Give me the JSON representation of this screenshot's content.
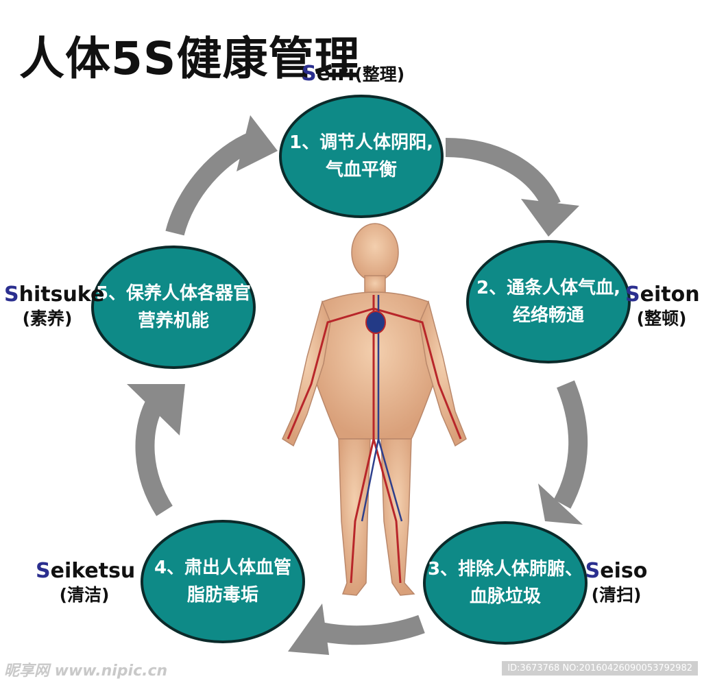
{
  "title": "人体5S健康管理",
  "steps": [
    {
      "en_initial": "S",
      "en_rest": "eiri",
      "zh_label": "(整理)",
      "line1": "1、调节人体阴阳,",
      "line2": "气血平衡"
    },
    {
      "en_initial": "S",
      "en_rest": "eiton",
      "zh_label": "(整顿)",
      "line1": "2、通条人体气血,",
      "line2": "经络畅通"
    },
    {
      "en_initial": "S",
      "en_rest": "eiso",
      "zh_label": "(清扫)",
      "line1": "3、排除人体肺腑、",
      "line2": "血脉垃圾"
    },
    {
      "en_initial": "S",
      "en_rest": "eiketsu",
      "zh_label": "(清洁)",
      "line1": "4、肃出人体血管",
      "line2": "脂肪毒垢"
    },
    {
      "en_initial": "S",
      "en_rest": "hitsuke",
      "zh_label": "(素养)",
      "line1": "5、保养人体各器官",
      "line2": "营养机能"
    }
  ],
  "watermark": {
    "left": "昵享网 www.nipic.cn",
    "right": "ID:3673768 NO:20160426090053792982"
  },
  "colors": {
    "circle_fill": "#0e8a87",
    "circle_border": "#0b2a2a",
    "arrow": "#8a8a8a",
    "initial_letter": "#2b2f8f",
    "skin": "#e6b48e"
  },
  "icons": [
    "cycle-arrow-icon",
    "human-anatomy-figure"
  ]
}
